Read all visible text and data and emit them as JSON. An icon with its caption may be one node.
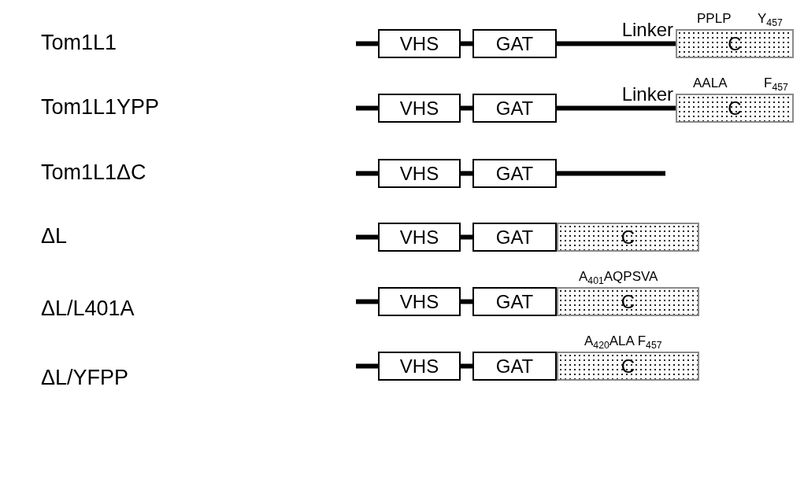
{
  "diagram": {
    "nodes": [
      {
        "text": [
          "VHS"
        ]
      },
      {
        "text": [
          "GAT"
        ]
      },
      {
        "text": [
          "C"
        ],
        "beside": [
          "PPLP",
          "Y$_{457}$"
        ]
      },
      {
        "text": [
          "VHS"
        ]
      },
      {
        "text": [
          "GAT"
        ]
      },
      {
        "text": [
          "C"
        ],
        "beside": [
          "AALA",
          "F$_{457}$"
        ]
      },
      {
        "text": [
          "VHS"
        ]
      },
      {
        "text": [
          "GAT"
        ]
      },
      {
        "text": [
          "VHS"
        ]
      },
      {
        "text": [
          "GAT"
        ]
      },
      {
        "text": [
          "C"
        ]
      },
      {
        "text": [
          "VHS"
        ]
      },
      {
        "text": [
          "GAT"
        ]
      },
      {
        "text": [
          "C"
        ],
        "beside": [
          "A$_{401}$AQPSVA"
        ]
      },
      {
        "text": [
          "VHS"
        ]
      },
      {
        "text": [
          "GAT"
        ]
      },
      {
        "text": [
          "C"
        ],
        "beside": [
          "A$_{420}$ALA F$_{457}$"
        ]
      }
    ],
    "edges": [
      {
        "from": null,
        "to": 0,
        "arrow": "none"
      },
      {
        "from": 0,
        "to": 1,
        "arrow": "none"
      },
      {
        "from": 1,
        "to": 2,
        "arrow": "none",
        "label": "Linker"
      },
      {
        "from": null,
        "to": 3,
        "arrow": "none"
      },
      {
        "from": 3,
        "to": 4,
        "arrow": "none"
      },
      {
        "from": 4,
        "to": 5,
        "arrow": "none",
        "label": "Linker"
      },
      {
        "from": null,
        "to": 6,
        "arrow": "none"
      },
      {
        "from": 6,
        "to": 7,
        "arrow": "none"
      },
      {
        "from": 7,
        "to": null,
        "arrow": "none"
      },
      {
        "from": null,
        "to": 8,
        "arrow": "none"
      },
      {
        "from": 8,
        "to": 9,
        "arrow": "none"
      },
      {
        "from": null,
        "to": 11,
        "arrow": "none"
      },
      {
        "from": 11,
        "to": 12,
        "arrow": "none"
      },
      {
        "from": null,
        "to": 14,
        "arrow": "none"
      },
      {
        "from": 14,
        "to": 15,
        "arrow": "none"
      }
    ],
    "labels": [
      "Tom1L1",
      "Tom1L1YPP",
      "Tom1L1ΔC",
      "ΔL",
      "ΔL/L401A",
      "ΔL/YFPP"
    ]
  }
}
